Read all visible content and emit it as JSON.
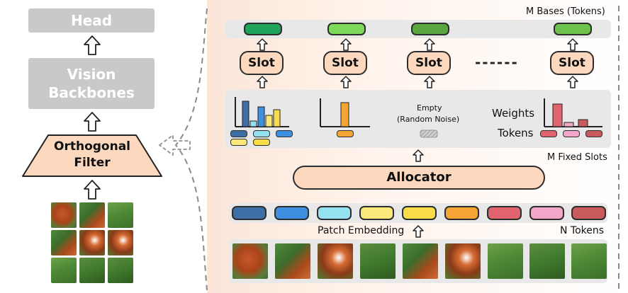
{
  "left_column": {
    "head_label": "Head",
    "backbone_label": "Vision Backbones",
    "filter_label": "Orthogonal Filter"
  },
  "right_panel": {
    "bases_label": "M Bases (Tokens)",
    "slot_label": "Slot",
    "ellipsis": "------",
    "empty_label": "Empty",
    "random_noise_label": "(Random Noise)",
    "weights_label": "Weights",
    "tokens_label": "Tokens",
    "fixed_slots_label": "M Fixed Slots",
    "allocator_label": "Allocator",
    "patch_embedding_label": "Patch Embedding",
    "n_tokens_label": "N Tokens"
  },
  "colors": {
    "slot_fill": "#fcd9be",
    "token_palette": [
      "#3e6ea6",
      "#3d8fe0",
      "#94e2ef",
      "#fbe87a",
      "#f9dc4a",
      "#f5a533",
      "#e0636d",
      "#f2a6c8",
      "#c95b5f"
    ],
    "base_greens": [
      "#1fa25a",
      "#7ed85a",
      "#5aa640",
      "#6cc24a"
    ]
  }
}
